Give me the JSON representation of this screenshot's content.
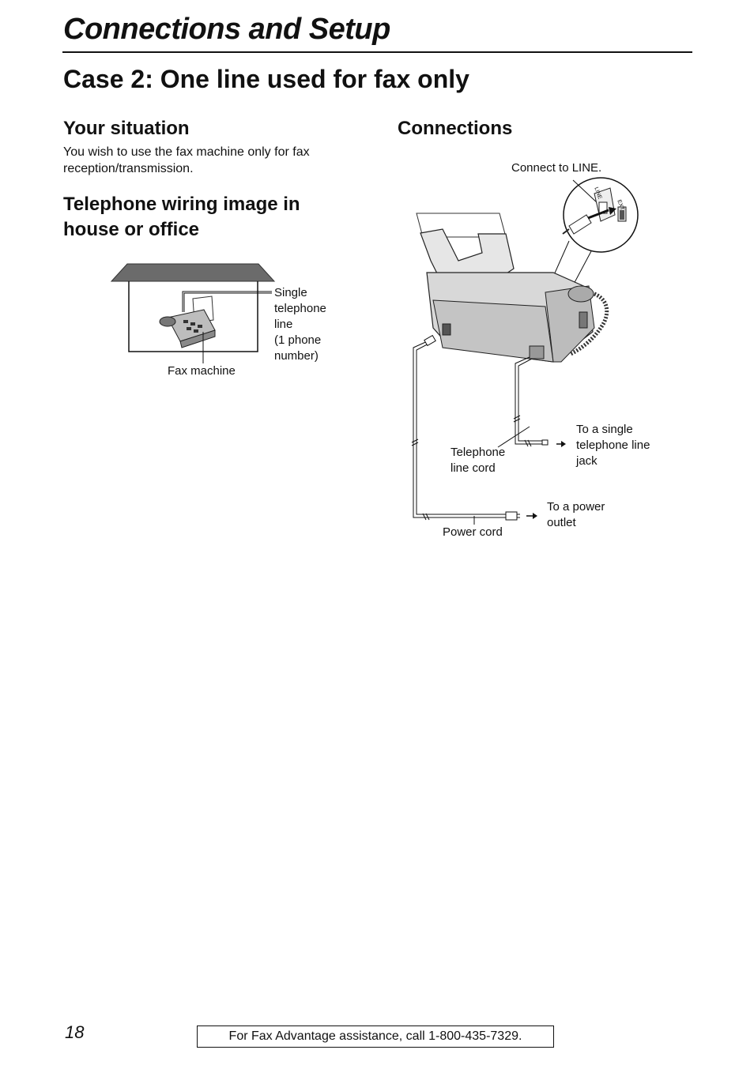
{
  "header": {
    "section_title": "Connections and Setup",
    "case_title": "Case 2: One line used for fax only"
  },
  "situation": {
    "heading": "Your situation",
    "text": "You wish to use the fax machine only for fax reception/transmission."
  },
  "wiring": {
    "heading": "Telephone wiring image in house or office",
    "line_label_1": "Single",
    "line_label_2": "telephone",
    "line_label_3": "line",
    "line_label_4": "(1 phone",
    "line_label_5": "number)",
    "fax_label": "Fax machine"
  },
  "connections": {
    "heading": "Connections",
    "connect_line": "Connect to LINE.",
    "jack_line": "LINE",
    "jack_ext": "EXT",
    "phone_dest_1": "To a single",
    "phone_dest_2": "telephone line",
    "phone_dest_3": "jack",
    "phone_cord_1": "Telephone",
    "phone_cord_2": "line cord",
    "power_dest_1": "To a power",
    "power_dest_2": "outlet",
    "power_cord": "Power cord"
  },
  "footer": {
    "page_number": "18",
    "assistance": "For Fax Advantage assistance, call 1-800-435-7329."
  }
}
